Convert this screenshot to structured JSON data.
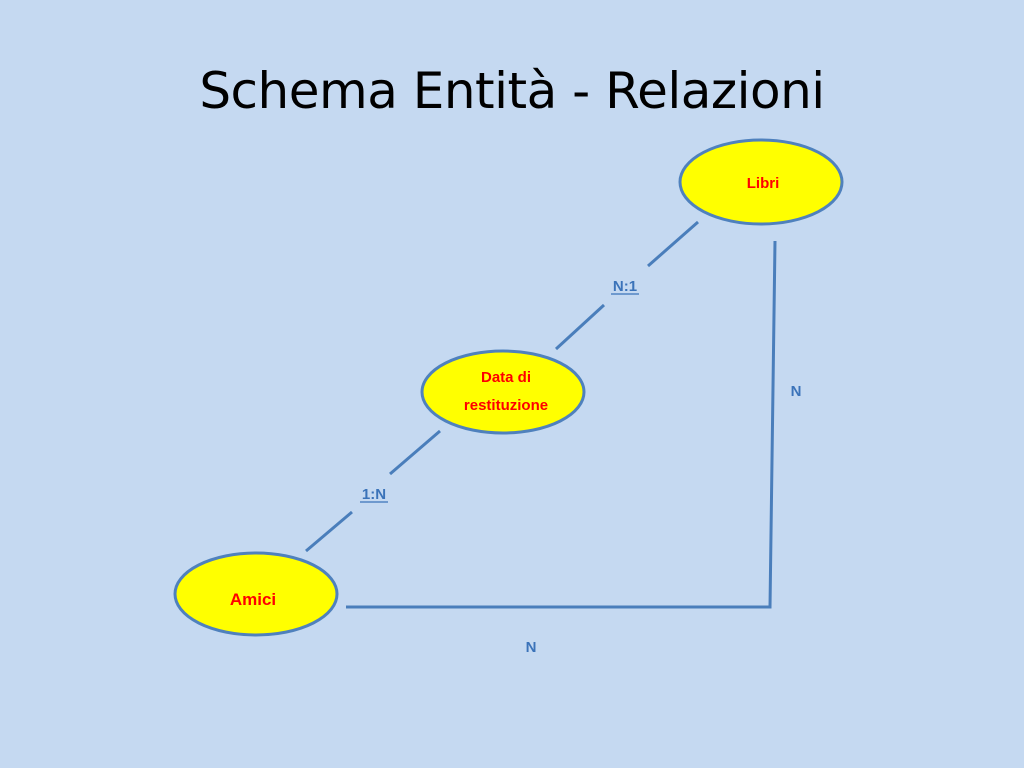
{
  "slide": {
    "title": "Schema Entità - Relazioni"
  },
  "entities": {
    "libri": "Libri",
    "data_line1": "Data di",
    "data_line2": "restituzione",
    "amici": "Amici"
  },
  "cardinalities": {
    "n_to_1": "N:1",
    "one_to_n": "1:N",
    "n_vertical": "N",
    "n_horizontal": "N"
  },
  "colors": {
    "background": "#c5d9f1",
    "entity_fill": "#ffff00",
    "entity_stroke": "#4f81bd",
    "entity_text": "#ff0000",
    "cardinality_text": "#3b73b9"
  }
}
